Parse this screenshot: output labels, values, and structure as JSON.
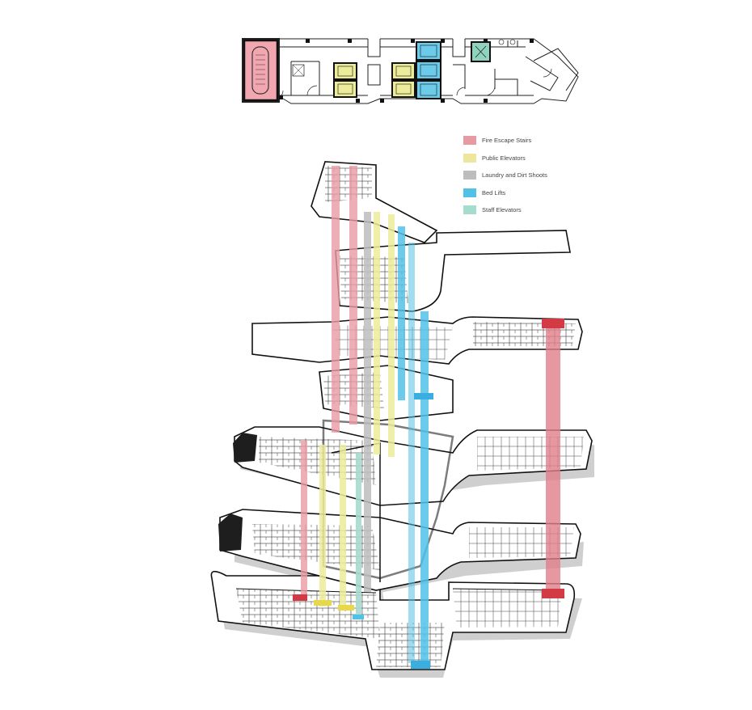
{
  "legend": {
    "items": [
      {
        "label": "Fire Escape Stairs",
        "color": "#e89aa2"
      },
      {
        "label": "Public Elevators",
        "color": "#ece79a"
      },
      {
        "label": "Laundry and Dirt Shoots",
        "color": "#bdbdbd"
      },
      {
        "label": "Bed Lifts",
        "color": "#52c1e6"
      },
      {
        "label": "Staff Elevators",
        "color": "#a6dccd"
      }
    ]
  },
  "colors": {
    "stair_fill": "#f2a7b0",
    "stair_outline": "#c84a58",
    "public_fill": "#ecec9a",
    "bed_fill": "#6dcbea",
    "staff_fill": "#8fd2be",
    "line": "#1a1a1a",
    "shadow": "#c9c9c9"
  }
}
